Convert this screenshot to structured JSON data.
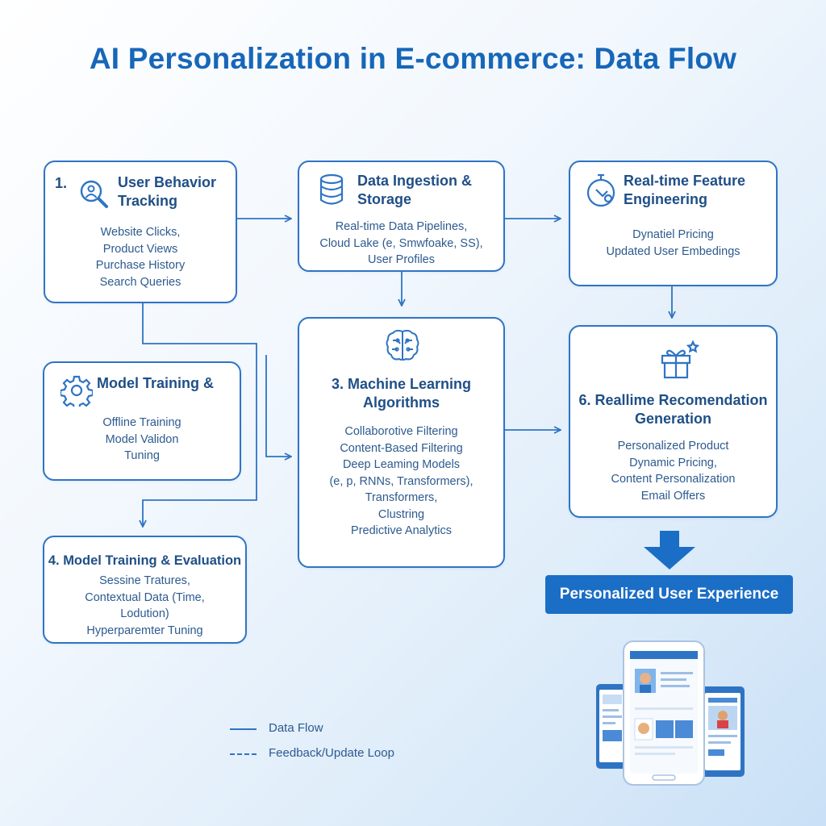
{
  "title": "AI Personalization in E-commerce: Data Flow",
  "nodes": {
    "user_behavior": {
      "number": "1.",
      "title_lines": [
        "User Behavior",
        "Tracking"
      ],
      "items": [
        "Website Clicks,",
        "Product Views",
        "Purchase History",
        "Search Queries"
      ],
      "icon": "magnifier-person-icon"
    },
    "data_ingestion": {
      "title_lines": [
        "Data Ingestion &",
        "Storage"
      ],
      "items": [
        "Real-time Data Pipelines,",
        "Cloud Lake (e, Smwfoake, SS),",
        "User Profiles"
      ],
      "icon": "database-icon"
    },
    "feature_engineering": {
      "title_lines": [
        "Real-time Feature",
        "Engineering"
      ],
      "items": [
        "Dynatiel Pricing",
        "Updated User Embedings"
      ],
      "icon": "stopwatch-wrench-icon"
    },
    "model_training": {
      "title_lines": [
        "Model Training &"
      ],
      "items": [
        "Offline Training",
        "Model Validon",
        "Tuning"
      ],
      "icon": "gear-icon"
    },
    "ml_algorithms": {
      "title_lines": [
        "3. Machine Learning",
        "Algorithms"
      ],
      "items": [
        "Collaborotive Filtering",
        "Content-Based Filtering",
        "Deep Leaming Models",
        "(e, p, RNNs, Transformers),",
        "Transformers,",
        "Clustring",
        "Predictive Analytics"
      ],
      "icon": "brain-icon"
    },
    "recommendation": {
      "title_lines": [
        "6. Reallime Recomendation",
        "Generation"
      ],
      "items": [
        "Personalized Product",
        "Dynamic Pricing,",
        "Content Personalization",
        "Email Offers"
      ],
      "icon": "gift-icon"
    },
    "evaluation": {
      "title_lines": [
        "4. Model Training & Evaluation"
      ],
      "items": [
        "Sessine Tratures,",
        "Contextual Data (Time,",
        "Lodution)",
        "Hyperparemter Tuning"
      ]
    }
  },
  "output": {
    "label": "Personalized User Experience",
    "icon": "down-arrow-icon"
  },
  "legend": [
    {
      "label": "Data Flow",
      "style": "solid"
    },
    {
      "label": "Feedback/Update Loop",
      "style": "dashed"
    }
  ],
  "colors": {
    "accent": "#1767b8",
    "line": "#2f74c4",
    "button": "#1a6ec6",
    "text": "#1f4f86"
  }
}
